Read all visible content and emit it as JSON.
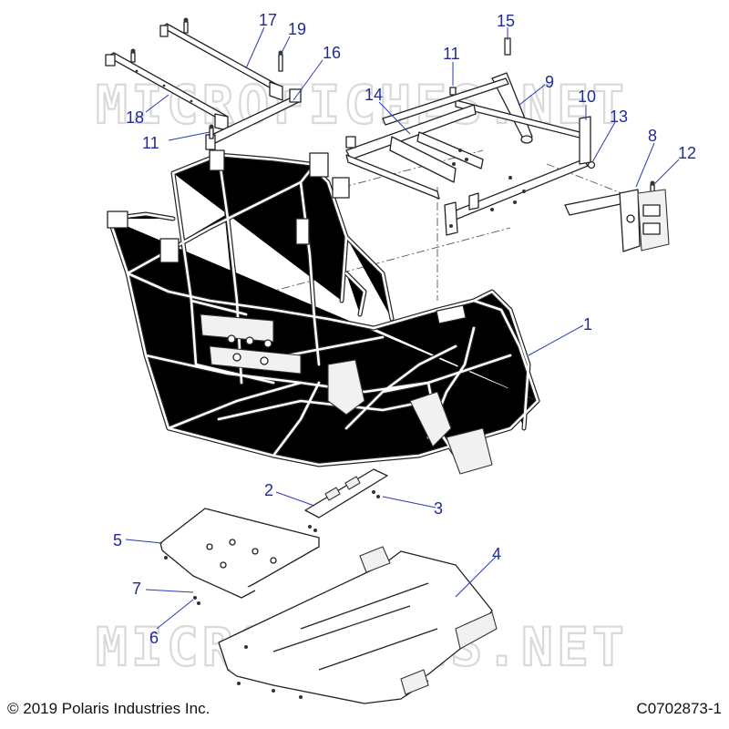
{
  "watermark": "MICROFICHES.NET",
  "copyright": "© 2019 Polaris Industries Inc.",
  "drawing_id": "C0702873-1",
  "callouts": [
    {
      "id": "c1",
      "label": "1"
    },
    {
      "id": "c2",
      "label": "2"
    },
    {
      "id": "c3",
      "label": "3"
    },
    {
      "id": "c4",
      "label": "4"
    },
    {
      "id": "c5",
      "label": "5"
    },
    {
      "id": "c6",
      "label": "6"
    },
    {
      "id": "c7",
      "label": "7"
    },
    {
      "id": "c8",
      "label": "8"
    },
    {
      "id": "c9",
      "label": "9"
    },
    {
      "id": "c10",
      "label": "10"
    },
    {
      "id": "c11a",
      "label": "11"
    },
    {
      "id": "c11b",
      "label": "11"
    },
    {
      "id": "c12",
      "label": "12"
    },
    {
      "id": "c13",
      "label": "13"
    },
    {
      "id": "c14",
      "label": "14"
    },
    {
      "id": "c15",
      "label": "15"
    },
    {
      "id": "c16",
      "label": "16"
    },
    {
      "id": "c17",
      "label": "17"
    },
    {
      "id": "c18",
      "label": "18"
    },
    {
      "id": "c19",
      "label": "19"
    }
  ],
  "colors": {
    "callout": "#1f2a9e",
    "line": "#222222",
    "watermark": "#d9d9d9"
  }
}
